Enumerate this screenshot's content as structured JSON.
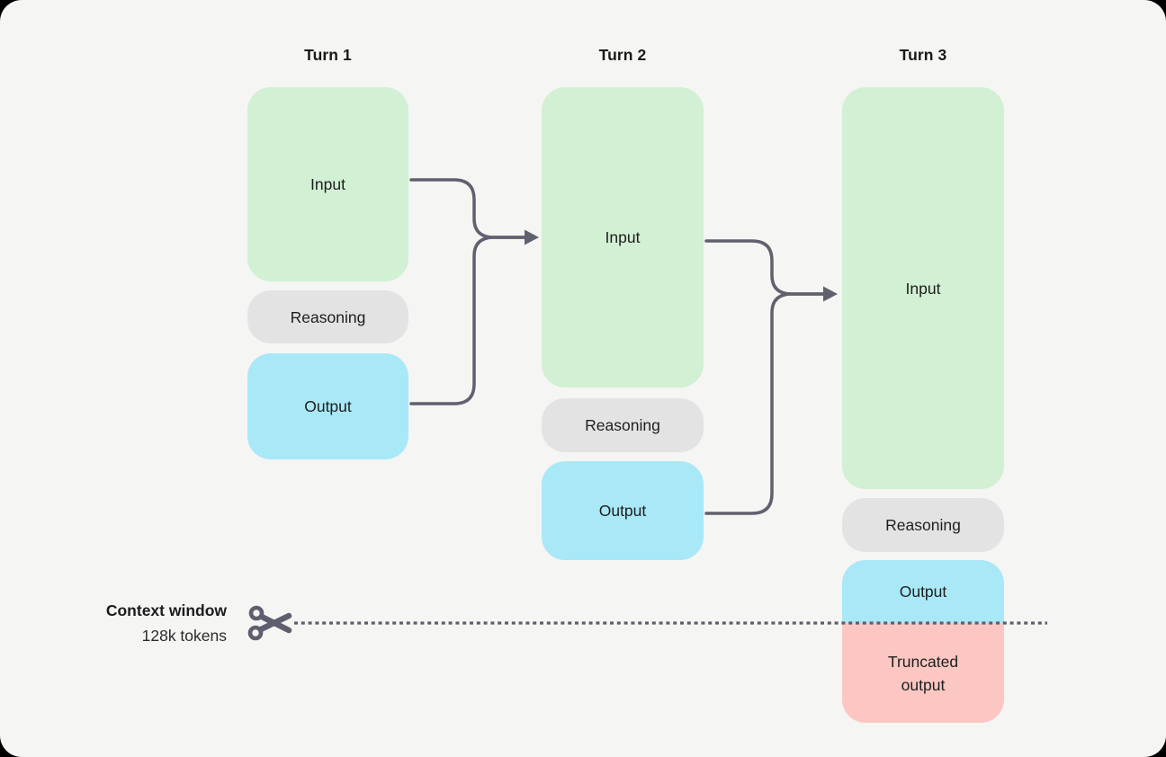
{
  "diagram": {
    "title_hint": "multi-turn context window diagram",
    "columns": [
      {
        "id": "turn1",
        "label": "Turn 1",
        "boxes": [
          {
            "id": "input",
            "label": "Input",
            "type": "input"
          },
          {
            "id": "reasoning",
            "label": "Reasoning",
            "type": "reasoning"
          },
          {
            "id": "output",
            "label": "Output",
            "type": "output"
          }
        ]
      },
      {
        "id": "turn2",
        "label": "Turn 2",
        "boxes": [
          {
            "id": "input",
            "label": "Input",
            "type": "input"
          },
          {
            "id": "reasoning",
            "label": "Reasoning",
            "type": "reasoning"
          },
          {
            "id": "output",
            "label": "Output",
            "type": "output"
          }
        ]
      },
      {
        "id": "turn3",
        "label": "Turn 3",
        "boxes": [
          {
            "id": "input",
            "label": "Input",
            "type": "input"
          },
          {
            "id": "reasoning",
            "label": "Reasoning",
            "type": "reasoning"
          },
          {
            "id": "output",
            "label": "Output",
            "type": "output"
          },
          {
            "id": "truncated",
            "label": "Truncated output",
            "type": "truncated"
          }
        ]
      }
    ],
    "context_window": {
      "title": "Context window",
      "subtitle": "128k tokens",
      "icon": "scissors-icon"
    },
    "colors": {
      "background": "#f5f5f3",
      "outer": "#000000",
      "input_box": "#d2f0d3",
      "reasoning_box": "#e3e3e3",
      "output_box": "#a9e8f7",
      "truncated_box": "#fcc7c2",
      "connector": "#60606e",
      "dotted_line": "#5f5f6c",
      "text": "#1e1e1e"
    }
  }
}
